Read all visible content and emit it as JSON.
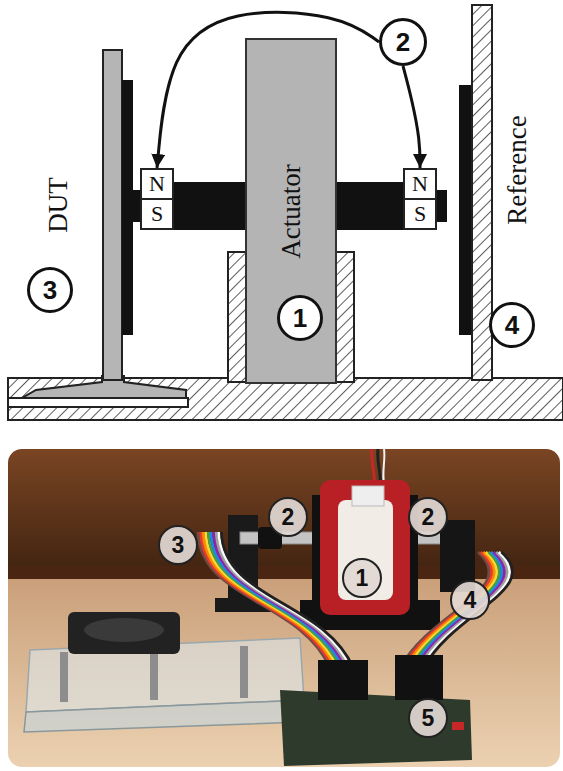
{
  "diagram": {
    "nodes": [
      {
        "text": [
          "2"
        ]
      },
      {
        "text": [
          "Actuator"
        ]
      },
      {
        "text": [
          "1"
        ],
        "in": 1
      },
      {
        "text": [
          "N"
        ]
      },
      {
        "text": [
          "S"
        ]
      },
      {
        "text": [
          "N"
        ]
      },
      {
        "text": [
          "S"
        ]
      },
      {
        "text": [
          "3"
        ]
      },
      {
        "text": [
          "4"
        ]
      },
      {
        "text": [
          "2"
        ]
      },
      {
        "text": [
          "2"
        ]
      },
      {
        "text": [
          "3"
        ]
      },
      {
        "text": [
          "1"
        ]
      },
      {
        "text": [
          "4"
        ]
      },
      {
        "text": [
          "5"
        ]
      }
    ],
    "edges": [
      {
        "from": 0,
        "to": 3,
        "arrow": "to"
      },
      {
        "from": 0,
        "to": 5,
        "arrow": "to"
      }
    ],
    "labels": [
      "DUT",
      "Reference"
    ]
  }
}
